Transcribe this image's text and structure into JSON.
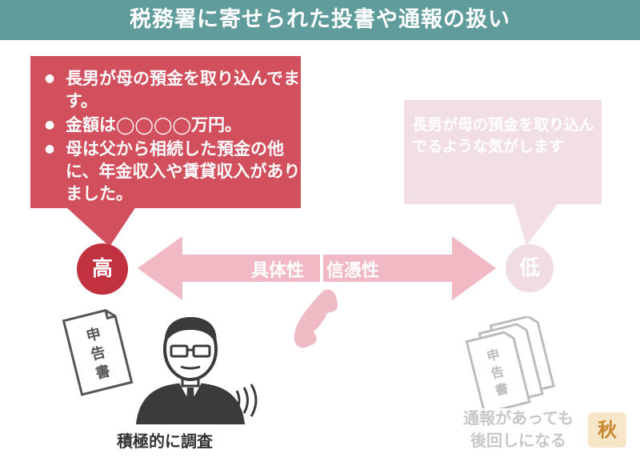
{
  "title": "税務署に寄せられた投書や通報の扱い",
  "high_box": {
    "bullets": [
      "長男が母の預金を取り込んでます。",
      "金額は◯◯◯◯万円。",
      "母は父から相続した預金の他に、年金収入や賃貸収入がありました。"
    ]
  },
  "low_box": {
    "text": "長男が母の預金を取り込んでるような気がします"
  },
  "scale": {
    "high": "高",
    "low": "低",
    "specificity": "具体性",
    "credibility": "信憑性"
  },
  "doc_label": [
    "申",
    "告",
    "書"
  ],
  "caption_left": "積極的に調査",
  "caption_right": [
    "通報があっても",
    "後回しになる"
  ],
  "logo_text": "秋",
  "colors": {
    "header": "#5f9c9b",
    "high": "#d2505e",
    "high_dark": "#c1313f",
    "low": "#f2dfe4",
    "arrow": "#f1b9c4"
  }
}
